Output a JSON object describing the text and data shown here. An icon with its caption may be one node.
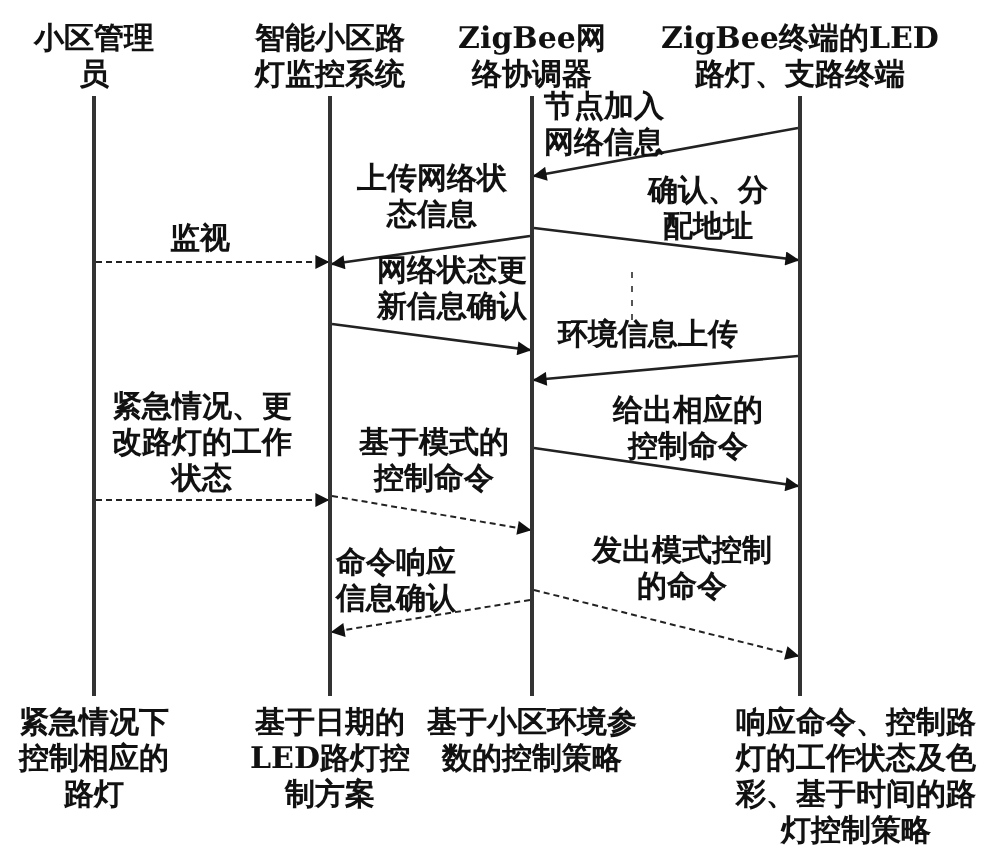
{
  "diagram": {
    "nodes": [
      {
        "text": [],
        "shape": "bar",
        "beside": [
          "小区管理员",
          "紧急情况下控制相应的路灯"
        ]
      },
      {
        "text": [],
        "shape": "bar",
        "beside": [
          "智能小区路灯监控系统",
          "基于日期的LED路灯控制方案"
        ]
      },
      {
        "text": [],
        "shape": "bar",
        "beside": [
          "ZigBee网络协调器",
          "基于小区环境参数的控制策略"
        ]
      },
      {
        "text": [],
        "shape": "bar",
        "beside": [
          "ZigBee终端的LED路灯、支路终端",
          "响应命令、控制路灯的工作状态及色彩、基于时间的路灯控制策略"
        ]
      }
    ],
    "edges": [
      {
        "from": 3,
        "to": 2,
        "arrow": "to",
        "label": "节点加入网络信息"
      },
      {
        "from": 2,
        "to": 1,
        "arrow": "to",
        "label": "上传网络状态信息"
      },
      {
        "from": 2,
        "to": 3,
        "arrow": "to",
        "label": "确认、分配地址"
      },
      {
        "from": 0,
        "to": 1,
        "arrow": "to",
        "label": "监视",
        "style": "dashed"
      },
      {
        "from": 1,
        "to": 2,
        "arrow": "to",
        "label": "网络状态更新信息确认"
      },
      {
        "from": 3,
        "to": 2,
        "arrow": "to",
        "label": "环境信息上传"
      },
      {
        "from": 0,
        "to": 1,
        "arrow": "to",
        "label": "紧急情况、更改路灯的工作状态",
        "style": "dashed"
      },
      {
        "from": 2,
        "to": 3,
        "arrow": "to",
        "label": "给出相应的控制命令"
      },
      {
        "from": 1,
        "to": 2,
        "arrow": "to",
        "label": "基于模式的控制命令",
        "style": "dashed"
      },
      {
        "from": 2,
        "to": 1,
        "arrow": "to",
        "label": "命令响应信息确认",
        "style": "dashed"
      },
      {
        "from": 2,
        "to": 3,
        "arrow": "to",
        "label": "发出模式控制的命令",
        "style": "dashed"
      }
    ]
  }
}
